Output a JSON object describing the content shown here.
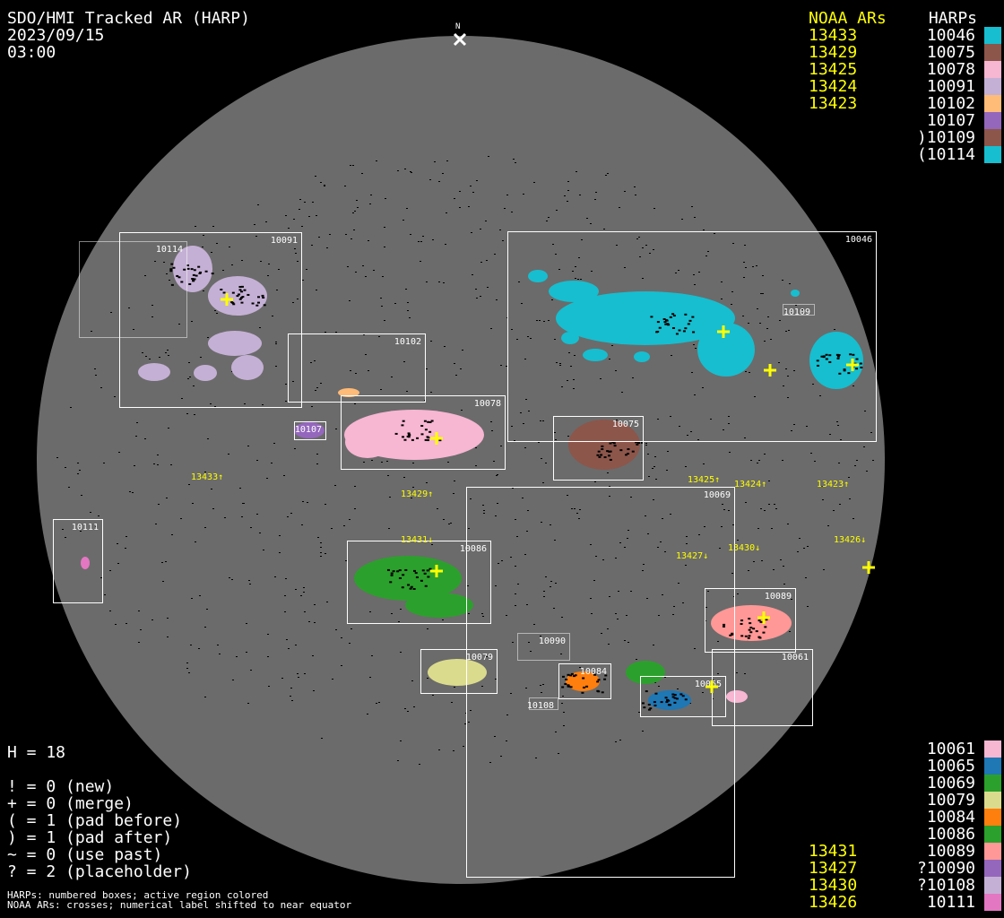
{
  "header": {
    "title": "SDO/HMI Tracked AR (HARP)",
    "date": "2023/09/15",
    "time": "03:00",
    "north_label": "N"
  },
  "legend_top": {
    "noaa_header": "NOAA ARs",
    "harp_header": "HARPs",
    "rows": [
      {
        "noaa": "13433",
        "harp": "10046",
        "color": "#17becf"
      },
      {
        "noaa": "13429",
        "harp": "10075",
        "color": "#8c564b"
      },
      {
        "noaa": "13425",
        "harp": "10078",
        "color": "#f7b6d2"
      },
      {
        "noaa": "13424",
        "harp": "10091",
        "color": "#c5b0d5"
      },
      {
        "noaa": "13423",
        "harp": "10102",
        "color": "#ffbb78"
      },
      {
        "noaa": "",
        "harp": "10107",
        "color": "#9467bd"
      },
      {
        "noaa": "",
        "harp": ")10109",
        "color": "#8c564b"
      },
      {
        "noaa": "",
        "harp": "(10114",
        "color": "#17becf"
      }
    ]
  },
  "legend_bottom": {
    "rows": [
      {
        "noaa": "",
        "harp": "10061",
        "color": "#f7b6d2"
      },
      {
        "noaa": "",
        "harp": "10065",
        "color": "#1f77b4"
      },
      {
        "noaa": "",
        "harp": "10069",
        "color": "#2ca02c"
      },
      {
        "noaa": "",
        "harp": "10079",
        "color": "#dbdb8d"
      },
      {
        "noaa": "",
        "harp": "10084",
        "color": "#ff7f0e"
      },
      {
        "noaa": "",
        "harp": "10086",
        "color": "#2ca02c"
      },
      {
        "noaa": "13431",
        "harp": "10089",
        "color": "#ff9896"
      },
      {
        "noaa": "13427",
        "harp": "?10090",
        "color": "#9467bd"
      },
      {
        "noaa": "13430",
        "harp": "?10108",
        "color": "#c5b0d5"
      },
      {
        "noaa": "13426",
        "harp": "10111",
        "color": "#e377c2"
      }
    ]
  },
  "stats": {
    "h_count": "H = 18",
    "lines": [
      "! = 0 (new)",
      "+ = 0 (merge)",
      "( = 1 (pad before)",
      ") = 1 (pad after)",
      "~ = 0 (use past)",
      "? = 2 (placeholder)"
    ],
    "note1": "HARPs: numbered boxes; active region colored",
    "note2": "NOAA ARs: crosses; numerical label shifted to near equator"
  },
  "harp_boxes": [
    "10091",
    "10114",
    "10102",
    "10078",
    "10107",
    "10046",
    "10109",
    "10075",
    "10069",
    "10111",
    "10086",
    "10089",
    "10090",
    "10079",
    "10084",
    "10065",
    "10061",
    "10108"
  ],
  "noaa_labels": [
    "13433↑",
    "13429↑",
    "13425↑",
    "13424↑",
    "13423↑",
    "13431↓",
    "13427↓",
    "13430↓",
    "13426↓"
  ],
  "colors": {
    "disk": "#6b6b6b",
    "box": "#ffffff",
    "noaa": "#ffff00"
  }
}
